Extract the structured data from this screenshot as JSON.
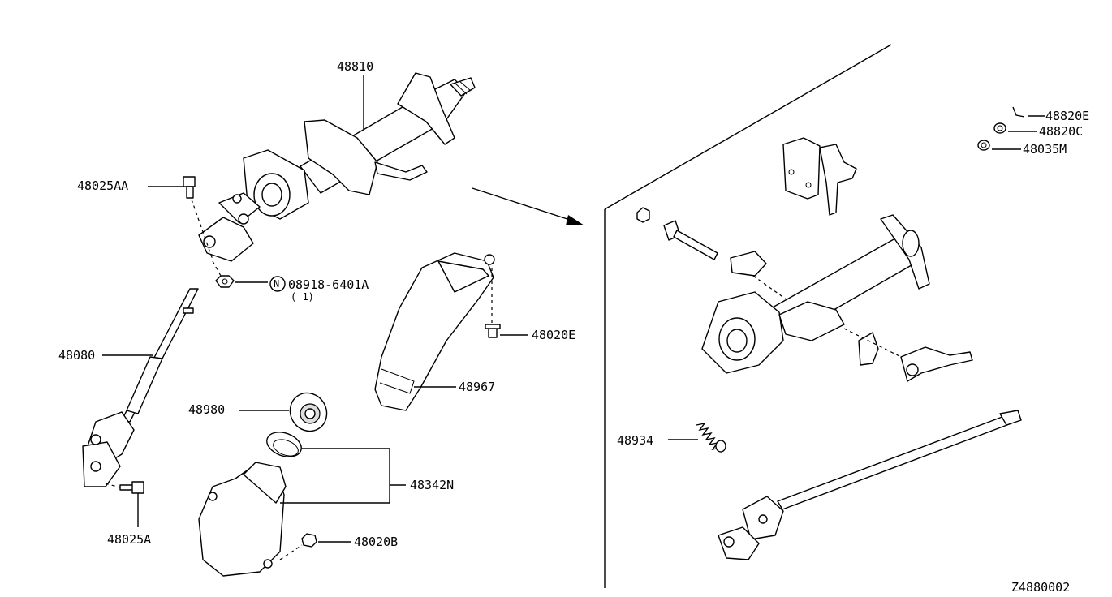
{
  "labels": {
    "l48810": "48810",
    "l48025AA": "48025AA",
    "l08918": "08918-6401A",
    "l08918_qty": "( 1)",
    "l08918_prefix": "N",
    "l48080": "48080",
    "l48020E": "48020E",
    "l48967": "48967",
    "l48980": "48980",
    "l48342N": "48342N",
    "l48025A": "48025A",
    "l48020B": "48020B",
    "l48820E": "48820E",
    "l48820C": "48820C",
    "l48035M": "48035M",
    "l48934": "48934",
    "diagram_code": "Z4880002"
  }
}
